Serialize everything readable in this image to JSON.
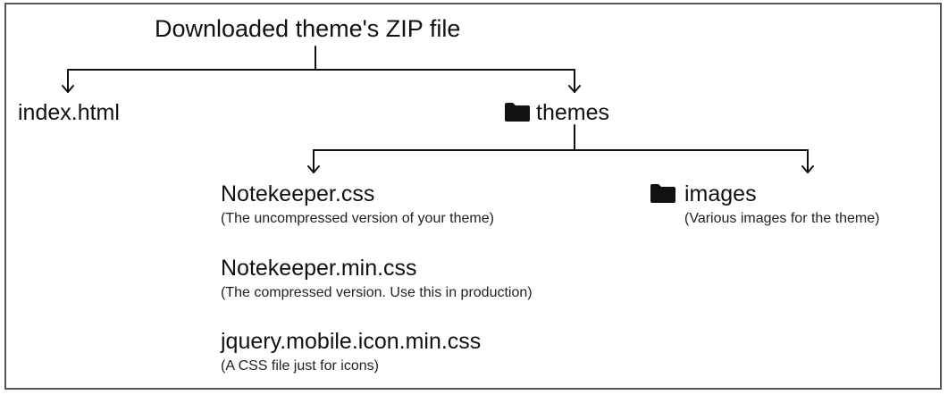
{
  "root": {
    "label": "Downloaded theme's ZIP file"
  },
  "level1": {
    "index_file": "index.html",
    "themes_folder": {
      "label": "themes",
      "icon": "folder-icon"
    }
  },
  "themes_children": {
    "files": [
      {
        "name": "Notekeeper.css",
        "description": "(The uncompressed version of your theme)"
      },
      {
        "name": "Notekeeper.min.css",
        "description": "(The compressed version. Use this in production)"
      },
      {
        "name": "jquery.mobile.icon.min.css",
        "description": "(A CSS file just for icons)"
      }
    ],
    "images_folder": {
      "label": "images",
      "description": "(Various images for the theme)",
      "icon": "folder-icon"
    }
  },
  "colors": {
    "line": "#111111",
    "text": "#111111",
    "border": "#555555"
  }
}
